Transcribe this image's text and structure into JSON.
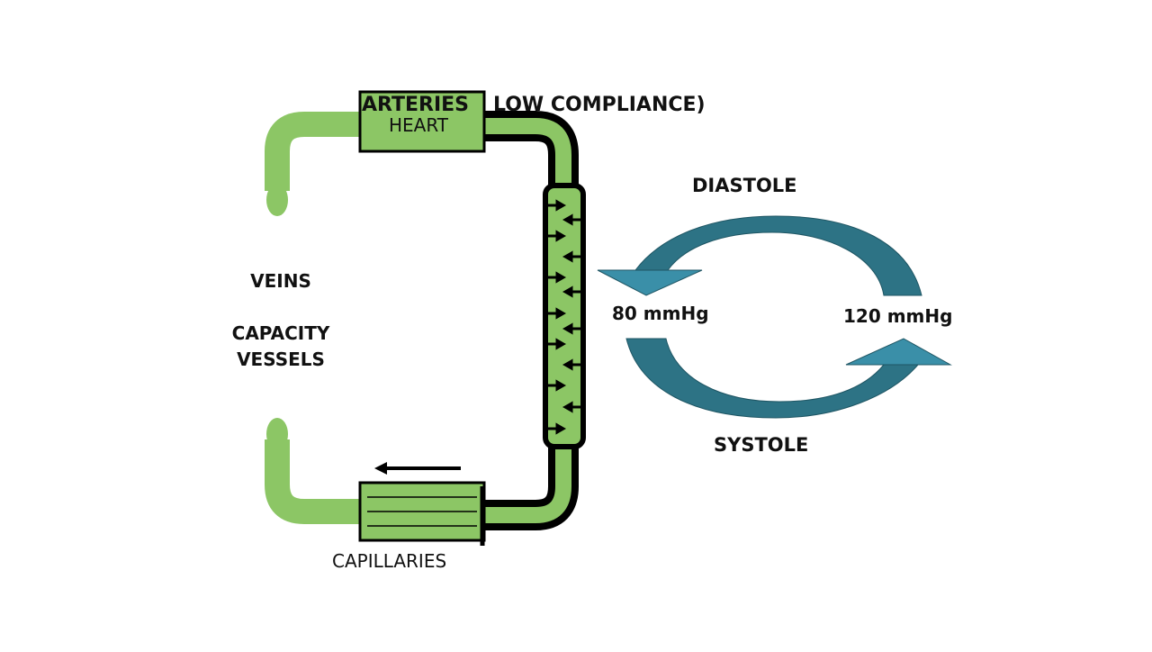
{
  "labels": {
    "arteries": "ARTERIES",
    "low_compliance": "LOW COMPLIANCE)",
    "heart": "HEART",
    "veins": "VEINS",
    "capacity_line1": "CAPACITY",
    "capacity_line2": "VESSELS",
    "capillaries": "CAPILLARIES",
    "diastole": "DIASTOLE",
    "systole": "SYSTOLE",
    "pressure_low": "80 mmHg",
    "pressure_high": "120 mmHg"
  },
  "colors": {
    "vessel_green": "#8cc665",
    "outline": "#000000",
    "cycle_teal_light": "#3a8fa8",
    "cycle_teal_dark": "#2d7385"
  }
}
